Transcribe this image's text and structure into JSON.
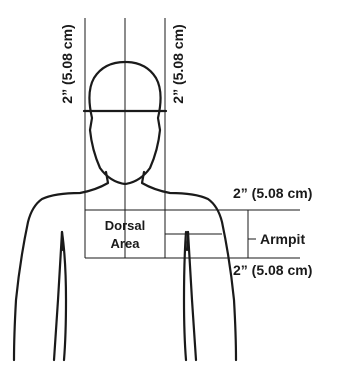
{
  "labels": {
    "left_vertical": "2” (5.08 cm)",
    "right_vertical": "2” (5.08 cm)",
    "top_right": "2” (5.08 cm)",
    "bottom_right": "2” (5.08 cm)",
    "dorsal_line1": "Dorsal",
    "dorsal_line2": "Area",
    "armpit": "Armpit"
  }
}
